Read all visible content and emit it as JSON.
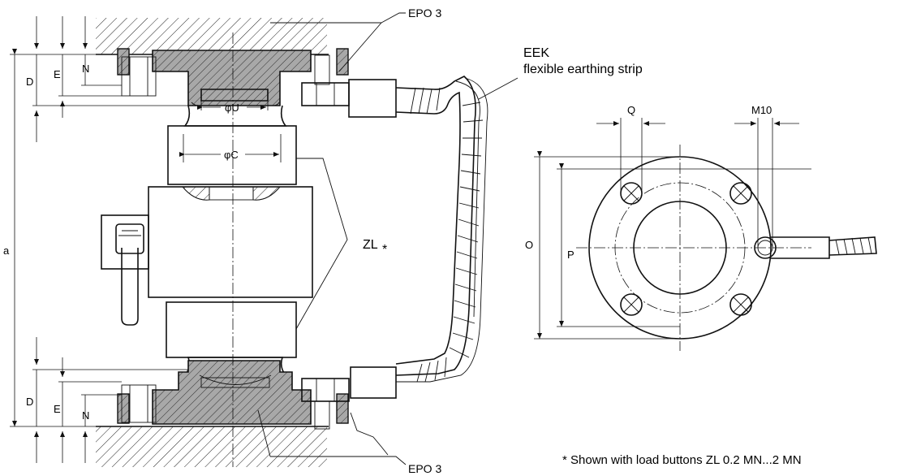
{
  "labels": {
    "epo_top": "EPO 3",
    "epo_bottom": "EPO 3",
    "eek_title": "EEK",
    "eek_desc": "flexible earthing strip",
    "zl": "ZL",
    "zl_star": "*",
    "footnote": "* Shown with load buttons ZL  0.2 MN...2 MN"
  },
  "dimensions": {
    "D_top": "D",
    "E_top": "E",
    "N_top": "N",
    "D_bottom": "D",
    "E_bottom": "E",
    "N_bottom": "N",
    "a": "a",
    "phiU": "φU",
    "phiC": "φC",
    "Q": "Q",
    "M10": "M10",
    "O": "O",
    "P": "P"
  },
  "colors": {
    "ink": "#111111",
    "shade": "#a8a8a8"
  }
}
